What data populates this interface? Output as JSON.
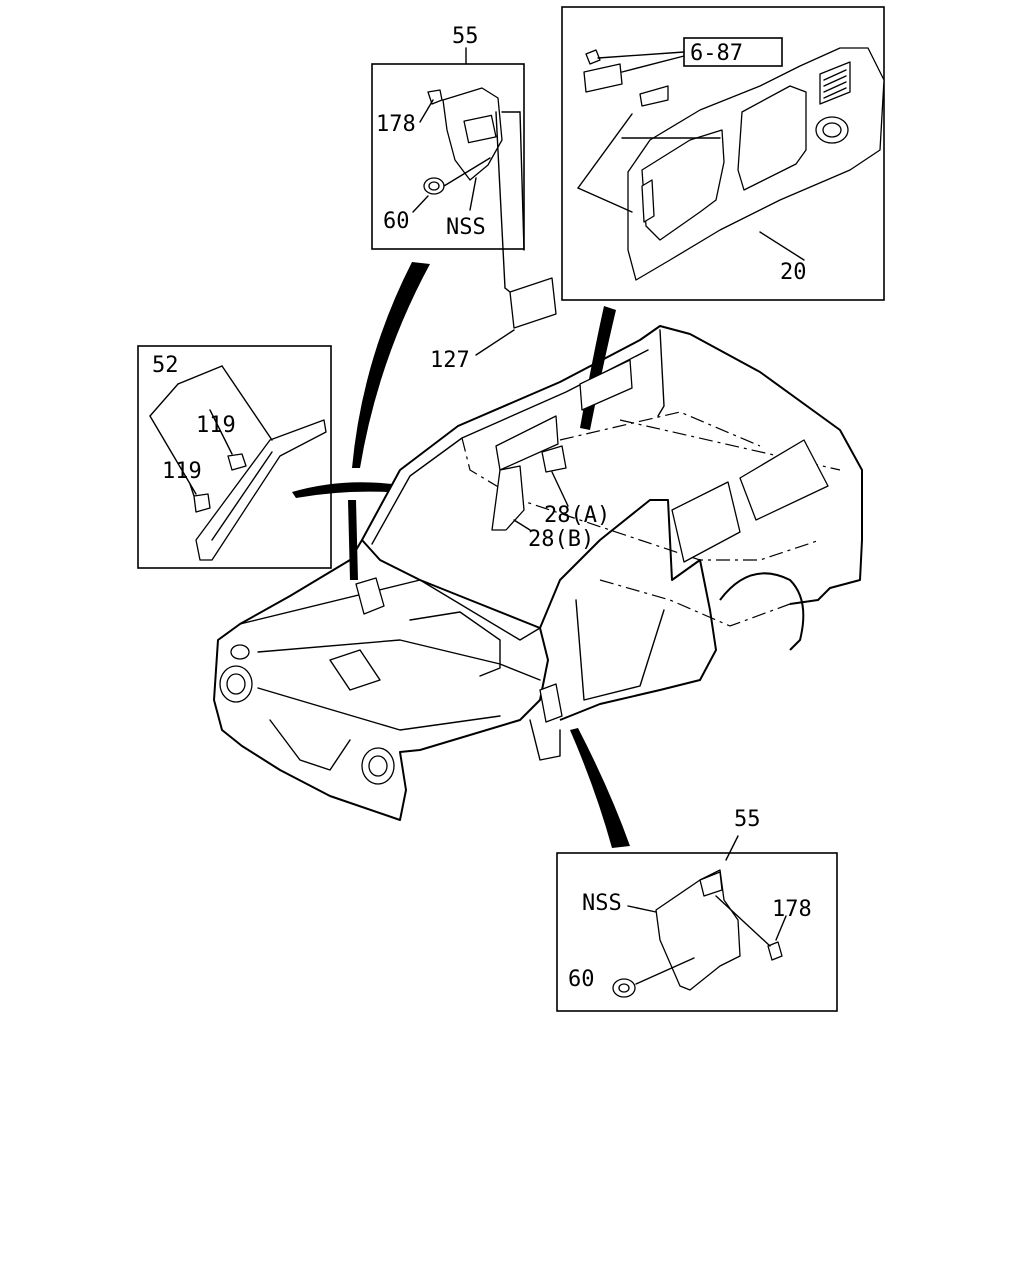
{
  "colors": {
    "line": "#000000",
    "background": "#ffffff"
  },
  "labels": {
    "top_inset_part": "55",
    "top_inset_clip": "178",
    "top_inset_grommet": "60",
    "top_inset_nss": "NSS",
    "cover": "127",
    "rear_inset_ref": "6-87",
    "rear_inset_panel": "20",
    "pillar_inset_part": "52",
    "pillar_clip_upper": "119",
    "pillar_clip_lower": "119",
    "pad_a": "28(A)",
    "pad_b": "28(B)",
    "bottom_inset_part": "55",
    "bottom_inset_nss": "NSS",
    "bottom_inset_clip": "178",
    "bottom_inset_grommet": "60"
  }
}
